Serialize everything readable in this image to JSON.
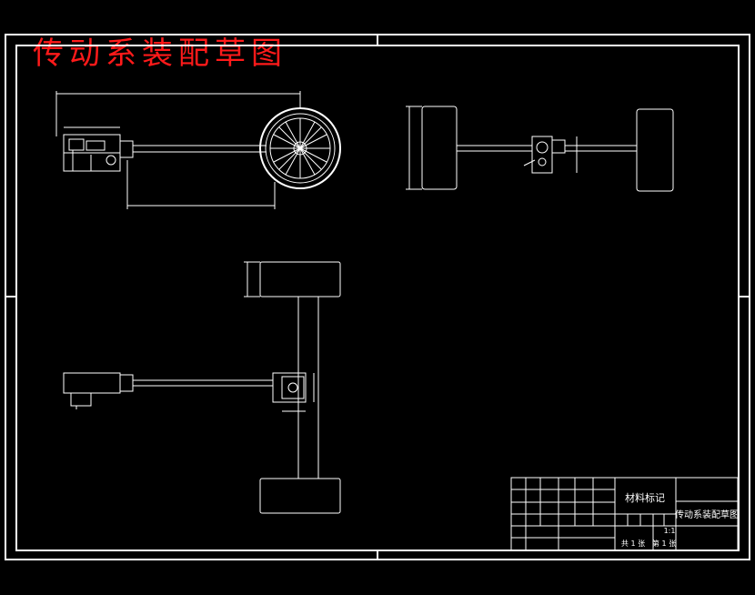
{
  "drawing": {
    "title": "传动系装配草图"
  },
  "title_block": {
    "material_label": "材料标记",
    "drawing_name": "传动系装配草图",
    "scale": "1:1",
    "sheet_count_label": "共 1 张",
    "sheet_no_label": "第 1 张"
  },
  "colors": {
    "background": "#000000",
    "line": "#ffffff",
    "title": "#ff1a1a"
  }
}
